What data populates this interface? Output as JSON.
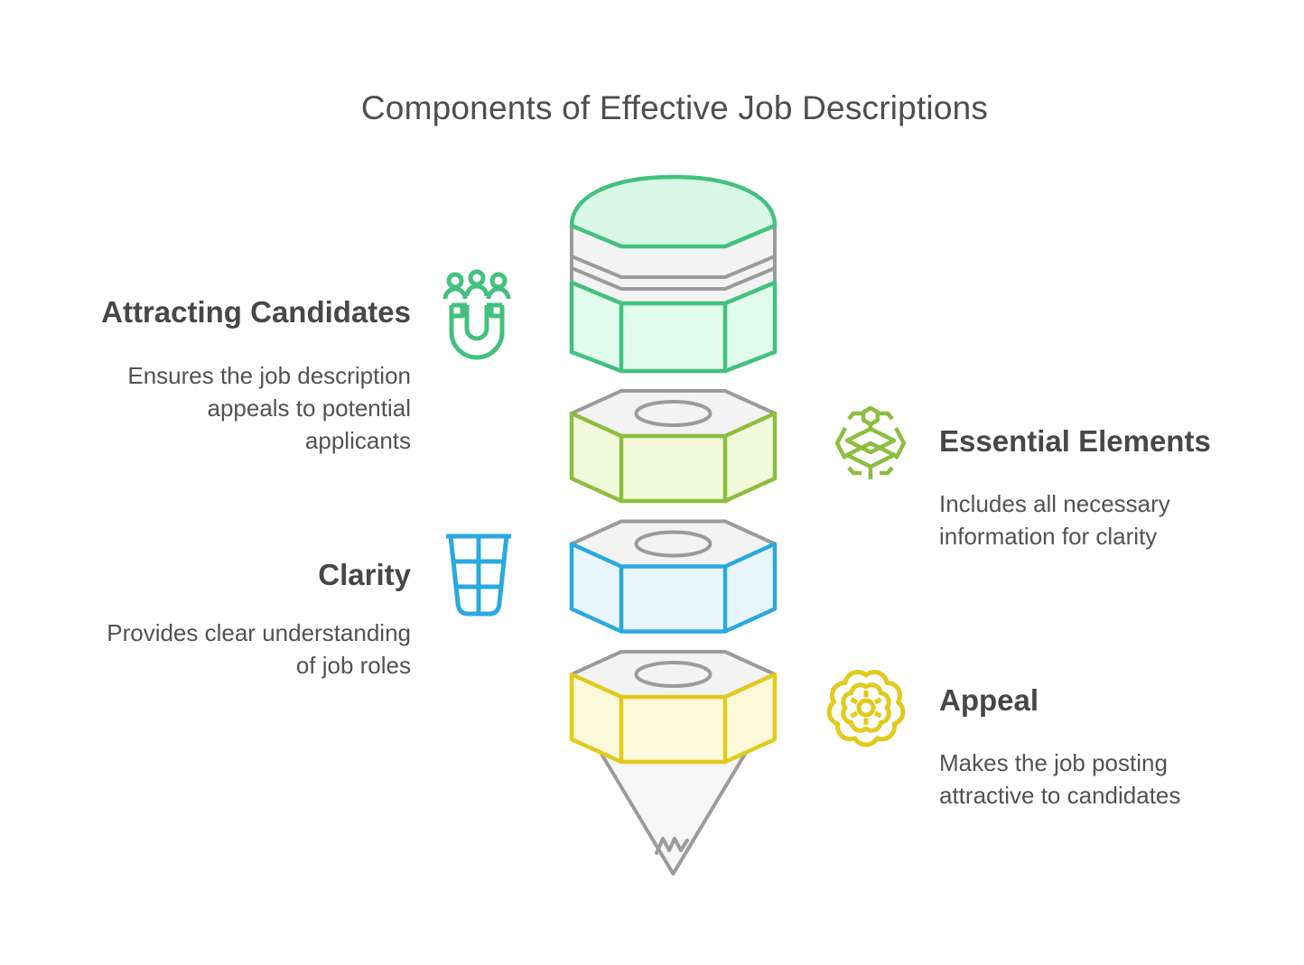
{
  "title": "Components of Effective Job Descriptions",
  "sections": [
    {
      "id": "attracting-candidates",
      "heading": "Attracting Candidates",
      "description": "Ensures the job description\nappeals to potential\napplicants",
      "icon": "magnet-people-icon",
      "accent_color": "#42c17e",
      "side": "left"
    },
    {
      "id": "essential-elements",
      "heading": "Essential Elements",
      "description": "Includes all necessary\ninformation for clarity",
      "icon": "layers-hexagon-icon",
      "accent_color": "#8cbe3e",
      "side": "right"
    },
    {
      "id": "clarity",
      "heading": "Clarity",
      "description": "Provides clear understanding\nof job roles",
      "icon": "basket-grid-icon",
      "accent_color": "#2aa9e0",
      "side": "left"
    },
    {
      "id": "appeal",
      "heading": "Appeal",
      "description": "Makes the job posting\nattractive to candidates",
      "icon": "flower-rosette-icon",
      "accent_color": "#e2ca1c",
      "side": "right"
    }
  ],
  "colors": {
    "green": "#42c17e",
    "green-fill": "#e1fbed",
    "green-dome": "#d8f7e6",
    "olive": "#8cbe3e",
    "olive-fill": "#f2f8da",
    "blue": "#2aa9e0",
    "blue-fill": "#e9f6fd",
    "yellow": "#e2ca1c",
    "yellow-fill": "#fcf8d9",
    "gray": "#9b9b9b",
    "gray-fill": "#f3f3f3",
    "cone-fill": "#f6f6f6",
    "heading-text": "#474747",
    "body-text": "#525252",
    "title-text": "#4e4e4e"
  }
}
